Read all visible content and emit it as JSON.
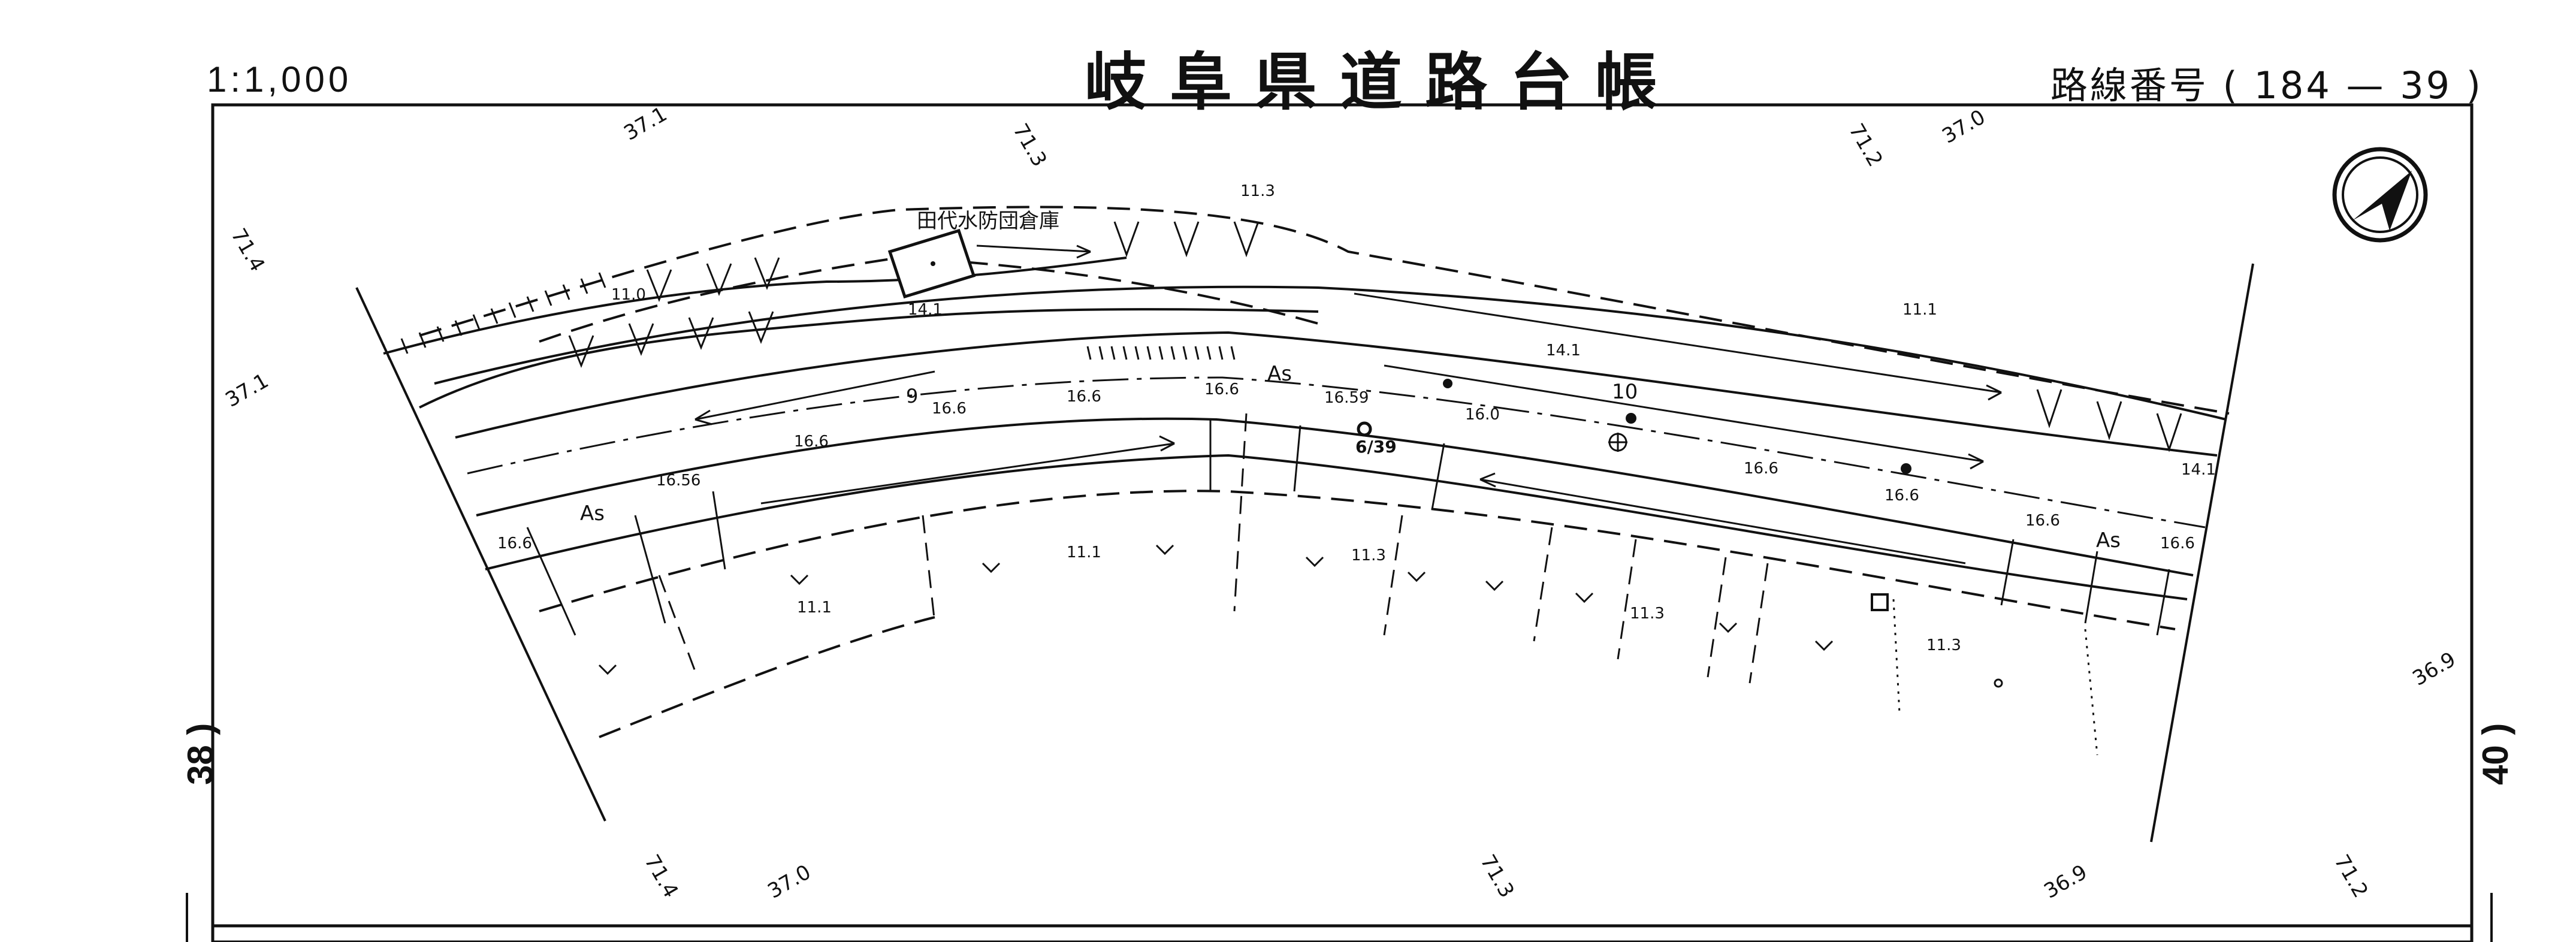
{
  "header": {
    "scale": "1:1,000",
    "title": "岐阜県道路台帳",
    "route_label": "路線番号",
    "route_number": "( 184 — 39 )"
  },
  "pages": {
    "left": "38 )",
    "right": "40 )"
  },
  "map": {
    "building_label": "田代水防団倉庫",
    "surface_label": "As",
    "marker_6_39": "6/39",
    "point_9": "9",
    "point_10": "10",
    "contours": {
      "c1": "37.1",
      "c2": "37.0",
      "c3": "37.1",
      "c4": "37.0",
      "c5": "36.9",
      "c6": "36.9"
    },
    "grid_labels": {
      "g1": "71.4",
      "g2": "71.3",
      "g3": "71.2",
      "g4": "71.4",
      "g5": "71.3",
      "g6": "71.2"
    },
    "elevations": {
      "e11_3a": "11.3",
      "e11_0": "11.0",
      "e14_1a": "14.1",
      "e14_1b": "14.1",
      "e11_1a": "11.1",
      "e14_1c": "14.1",
      "e16_6a": "16.6",
      "e16_6b": "16.6",
      "e16_6c": "16.6",
      "e16_59": "16.59",
      "e16_0": "16.0",
      "e16_6d": "16.6",
      "e16_56": "16.56",
      "e16_6e": "16.6",
      "e16_6f": "16.6",
      "e16_6g": "16.6",
      "e16_6h": "16.6",
      "e16_6i": "16.6",
      "e11_1b": "11.1",
      "e11_3b": "11.3",
      "e11_1c": "11.1",
      "e11_3c": "11.3",
      "e11_3d": "11.3"
    }
  }
}
